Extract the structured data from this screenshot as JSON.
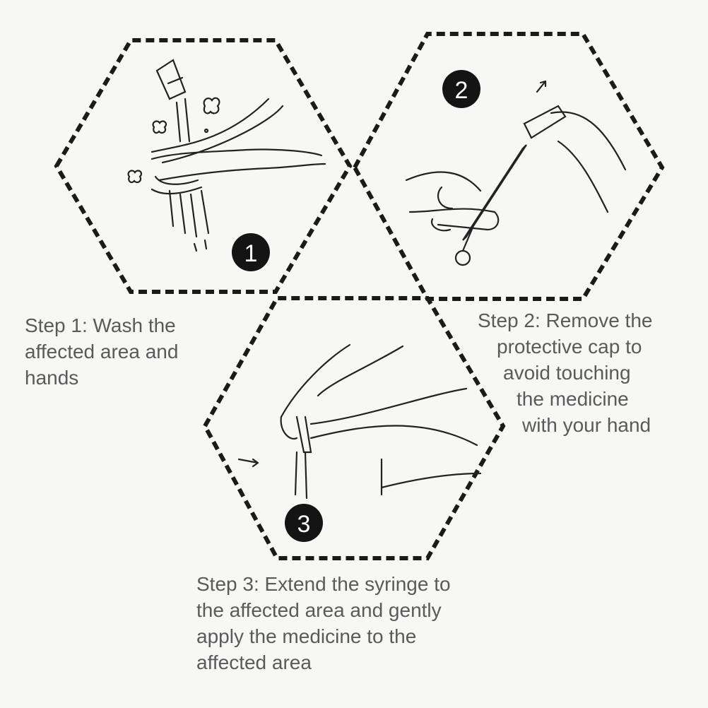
{
  "steps": [
    {
      "number": "1",
      "caption_lines": [
        "Step 1: Wash the",
        "affected area and",
        "hands"
      ]
    },
    {
      "number": "2",
      "caption_lines": [
        "Step 2: Remove the",
        "protective cap to",
        "avoid touching",
        "the medicine",
        "with your hand"
      ]
    },
    {
      "number": "3",
      "caption_lines": [
        "Step 3: Extend the syringe to",
        "the affected area and gently",
        "apply the medicine to the",
        "affected area"
      ]
    }
  ]
}
